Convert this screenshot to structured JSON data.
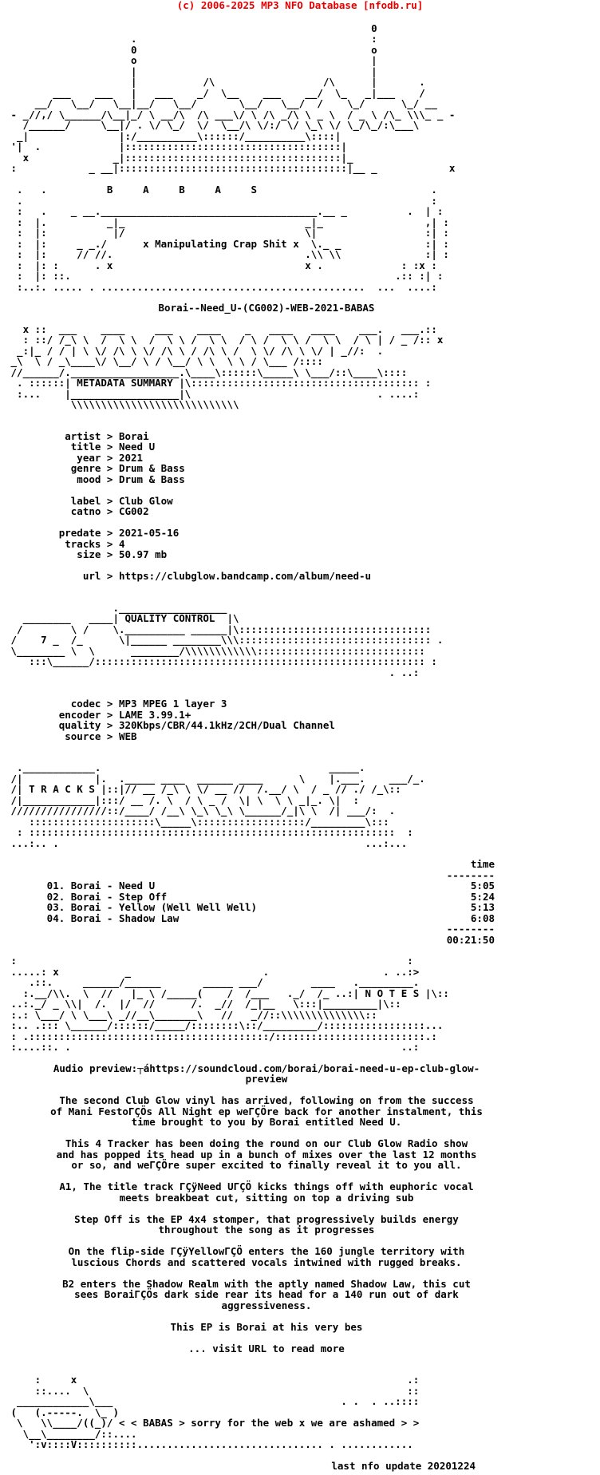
{
  "header": {
    "copyright": "(c) 2006-2025 MP3 NFO Database [nfodb.ru]",
    "accent_color": "#e60000"
  },
  "release": {
    "name": "Borai--Need_U-(CG002)-WEB-2021-BABAS",
    "group": "BABAS",
    "slogan": "x Manipulating Crap Shit x"
  },
  "sections": {
    "metadata_title": "METADATA SUMMARY",
    "quality_title": "QUALITY CONTROL",
    "tracks_title": "T R A C K S",
    "notes_title": "N O T E S"
  },
  "ascii": {
    "top": [
      "                                                             0",
      "                     .                                       :",
      "                     0                                       o",
      "                     o                                       |",
      "                     |                                       |",
      "                     |           /\\                  /\\      |       .",
      "        ___    ___   |   ___    _/  \\__    ___    __/  \\_   _|___    /",
      "     __/   \\__/   \\__|__/   \\__/       \\__/   \\__/  /    \\_/      \\_/ __",
      " - _//,/ \\______/\\__|_/ \\ __/\\  /\\ ___\\/ \\ /\\ _/\\ \\ _ \\  / _ \\ /\\_ \\\\\\_ _ -",
      "   /______/     \\__|/ . \\/ \\_/  \\/  \\__/\\ \\/:/ \\/ \\_\\ \\/ \\_/\\_/:\\___\\",
      "  _|               |:/__________\\::::::/__________\\::::|",
      " '|  .             |::::::::::::::::::::::::::::::::::::|",
      "   x              _|::::::::::::::::::::::::::::::::::::|_",
      " :            _ __|::::::::::::::::::::::::::::::::::::::|__ _            x",
      "",
      "  .   .          B     A     B     A     S                             .",
      "  .                                                                    :",
      "  :   .    _ __.____________________________________.__ _          .  | :",
      "  :  |.          _|_                              _|_                 ,| :",
      "  :  |:           |/                              \\|                  :| :",
      "  :  |:     _ _./      x Manipulating Crap Shit x  \\._ _              :| :",
      "  :  |:     // //.                                .\\\\ \\\\              :| :",
      "  :  |: :      . x                                x .             : :x :",
      "  :  |: ::.                                                      .:: :| :",
      "  :..:. ..... . ............................................  ...  ....:"
    ],
    "metadata_banner": [
      "   x ::  ___    ____     ___    ____    _   ____   ____    ___.   ___.::",
      "   : ::/ /_\\ \\  /  \\ \\  /  \\ \\ /  \\ \\  / \\ /  \\ \\ /  \\ \\  / \\ | / _ /:: x",
      "  _:|_ / / | \\ \\/ /\\ \\ \\/ /\\ \\ / /\\ \\ /  \\ \\/ /\\ \\ \\/ | _//:  .",
      " _\\  \\ / _\\____\\/ \\__/ \\ / \\__/ \\ \\  \\ \\ / \\___ /::::",
      " //______/.__________________.\\____\\::::::\\_____\\ \\___/::\\____\\::::",
      "  . ::::::| METADATA SUMMARY |\\:::::::::::::::::::::::::::::::::::::: :",
      "  :...    |__________________|\\                               . ....:",
      "           \\\\\\\\\\\\\\\\\\\\\\\\\\\\\\\\\\\\\\\\\\\\\\\\\\\\\\\\"
    ],
    "quality_banner": [
      "                  .__________________",
      "   ________   ____| QUALITY CONTROL  |\\",
      "  /        \\ /    \\.__________ ______|\\::::::::::::::::::::::::::::::::",
      " /    7 _  /_      \\|______ ________\\\\\\:::::::::::::::::::::::::::::::: .",
      " \\________ \\  \\      ________/\\\\\\\\\\\\\\\\\\\\\\\\::::::::::::::::::::::::::::",
      "    :::\\______/::::::::::::::::::::::::::::::::::::::::::::::::::::::: :",
      "                                                                . ..:"
    ],
    "tracks_banner": [
      "  .____________.                                      _____.",
      " /|            |.  ._____ ____  ______ ____      \\    |.___.    ___/_.",
      " /| T R A C K S |::|// __ /_\\ \\ \\/ __ //  /.__/ \\  / _ // ./ /_\\::",
      " /|____________|:::/ __ /. \\  / \\ _ /  \\| \\  \\ \\ _|_. \\|  :",
      " ////////////////::/____/ /__\\ \\_\\ \\_\\ \\______/_|\\ \\  /| ___/:  .",
      "    :::::::::::::::::::::\\_____\\::::::::::::::::::/_________\\:::",
      "  : :::::::::::::::::::::::::::::::::::::::::::::::::::::::::::::  :",
      " ...:.. .                                                   ...:..."
    ],
    "notes_banner": [
      " :                                                                 :",
      " .....: x           _                      .                   . ..:>",
      "    .::.     ______/______       _____ ___/        ____   ._________.",
      "   :.__/\\\\.  \\  //   |_ \\ /_____(    /  /___   ._/  /_ ..:| N O T E S |\\::",
      " ..:._/ _ \\\\|  /.  |/  //      /.  _//  /_|__   \\:::|_________|\\::",
      " :.: \\___/ \\ \\___\\ _//__\\_______\\   //   _//::\\\\\\\\\\\\\\\\\\\\\\\\\\\\::",
      " :.. .::: \\______/::::::/_____/::::::::\\::/_________/:::::::::::::::::...",
      " : .::::::::::::::::::::::::::::::::::::::::/:::::::::::::::::::::::::.:",
      " :....::. .                                                       ..:"
    ],
    "footer": [
      "     :     x                                                       .:",
      "     ::....  \\                                                     ::",
      "  ____________\\___                                      . .  . ..::::",
      " (   (.-----.  \\_ )",
      "  \\   \\\\____/((_)/ < < BABAS > sorry for the web x we are ashamed > >",
      "   \\__\\________/::....",
      "    ':v::::V::::::::::............................... . ............"
    ]
  },
  "metadata": {
    "groups": [
      [
        {
          "key": "artist",
          "value": "Borai"
        },
        {
          "key": "title",
          "value": "Need U"
        },
        {
          "key": "year",
          "value": "2021"
        },
        {
          "key": "genre",
          "value": "Drum & Bass"
        },
        {
          "key": "mood",
          "value": "Drum & Bass"
        }
      ],
      [
        {
          "key": "label",
          "value": "Club Glow"
        },
        {
          "key": "catno",
          "value": "CG002"
        }
      ],
      [
        {
          "key": "predate",
          "value": "2021-05-16"
        },
        {
          "key": "tracks",
          "value": "4"
        },
        {
          "key": "size",
          "value": "50.97 mb"
        }
      ],
      [
        {
          "key": "url",
          "value": "https://clubglow.bandcamp.com/album/need-u"
        }
      ]
    ]
  },
  "quality": {
    "groups": [
      [
        {
          "key": "codec",
          "value": "MP3 MPEG 1 layer 3"
        },
        {
          "key": "encoder",
          "value": "LAME 3.99.1+"
        },
        {
          "key": "quality",
          "value": "320Kbps/CBR/44.1kHz/2CH/Dual Channel"
        },
        {
          "key": "source",
          "value": "WEB"
        }
      ]
    ]
  },
  "tracks": {
    "time_label": "time",
    "rule": "--------",
    "items": [
      {
        "num": "01.",
        "title": "Borai - Need U",
        "time": "5:05"
      },
      {
        "num": "02.",
        "title": "Borai - Step Off",
        "time": "5:24"
      },
      {
        "num": "03.",
        "title": "Borai - Yellow (Well Well Well)",
        "time": "5:13"
      },
      {
        "num": "04.",
        "title": "Borai - Shadow Law",
        "time": "6:08"
      }
    ],
    "total": "00:21:50"
  },
  "notes": {
    "lines": [
      "Audio preview:┬áhttps://soundcloud.com/borai/borai-need-u-ep-club-glow-",
      "preview",
      "",
      "The second Club Glow vinyl has arrived, following on from the success",
      "of Mani FestoΓÇÖs All Night ep weΓÇÖre back for another instalment, this",
      "time brought to you by Borai entitled Need U.",
      "",
      "This 4 Tracker has been doing the round on our Club Glow Radio show",
      "and has popped its head up in a bunch of mixes over the last 12 months",
      "or so, and weΓÇÖre super excited to finally reveal it to you all.",
      "",
      "A1, The title track ΓÇÿNeed UΓÇÖ kicks things off with euphoric vocal",
      "meets breakbeat cut, sitting on top a driving sub",
      "",
      "Step Off is the EP 4x4 stomper, that progressively builds energy",
      "throughout the song as it progresses",
      "",
      "On the flip-side ΓÇÿYellowΓÇÖ enters the 160 jungle territory with",
      "luscious Chords and scattered vocals intwined with rugged breaks.",
      "",
      "B2 enters the Shadow Realm with the aptly named Shadow Law, this cut",
      "sees BoraiΓÇÖs dark side rear its head for a 140 run out of dark",
      "aggressiveness.",
      "",
      "This EP is Borai at his very bes",
      "",
      "... visit URL to read more"
    ]
  },
  "footer": {
    "slogan": "< < BABAS > sorry for the web x we are ashamed > >",
    "last_update": "last nfo update 20201224"
  }
}
